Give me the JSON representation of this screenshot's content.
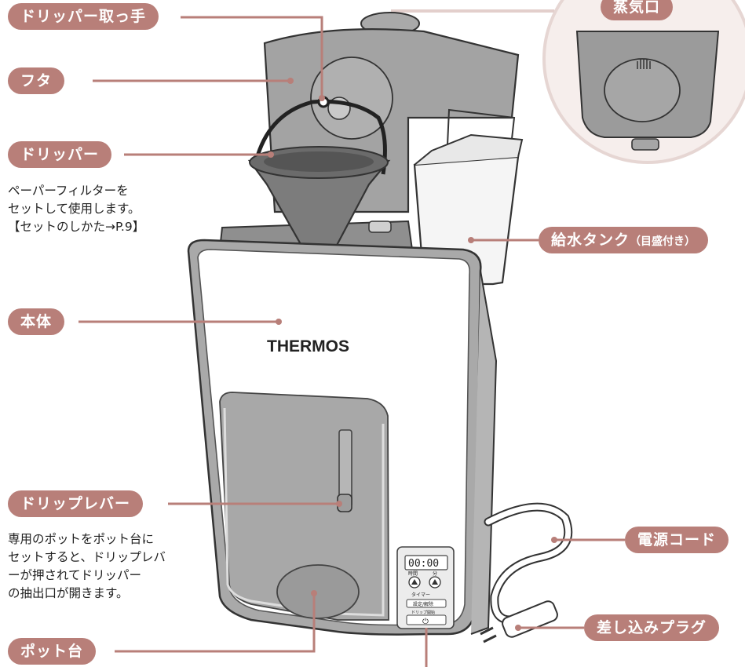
{
  "labels": {
    "dripper_handle": "ドリッパー取っ手",
    "lid": "フタ",
    "dripper": "ドリッパー",
    "body": "本体",
    "drip_lever": "ドリップレバー",
    "pot_stand": "ポット台",
    "steam_outlet": "蒸気口",
    "water_tank": "給水タンク",
    "water_tank_note": "（目盛付き）",
    "power_cord": "電源コード",
    "plug": "差し込みプラグ"
  },
  "notes": {
    "dripper": [
      "ペーパーフィルターを",
      "セットして使用します。",
      "【セットのしかた→P.9】"
    ],
    "drip_lever": [
      "専用のポットをポット台に",
      "セットすると、ドリップレバ",
      "ーが押されてドリッパー",
      "の抽出口が開きます。"
    ]
  },
  "device": {
    "brand": "THERMOS",
    "display": "00:00",
    "hour_label": "時間",
    "minute_label": "分",
    "timer_label": "タイマー",
    "set_cancel_label": "設定/解除",
    "drip_label": "ドリップ開始",
    "power_symbol": "⏻"
  },
  "colors": {
    "accent": "#b87f79",
    "circle_bg": "#f2e7e5",
    "body_gray": "#a9a9a9"
  }
}
